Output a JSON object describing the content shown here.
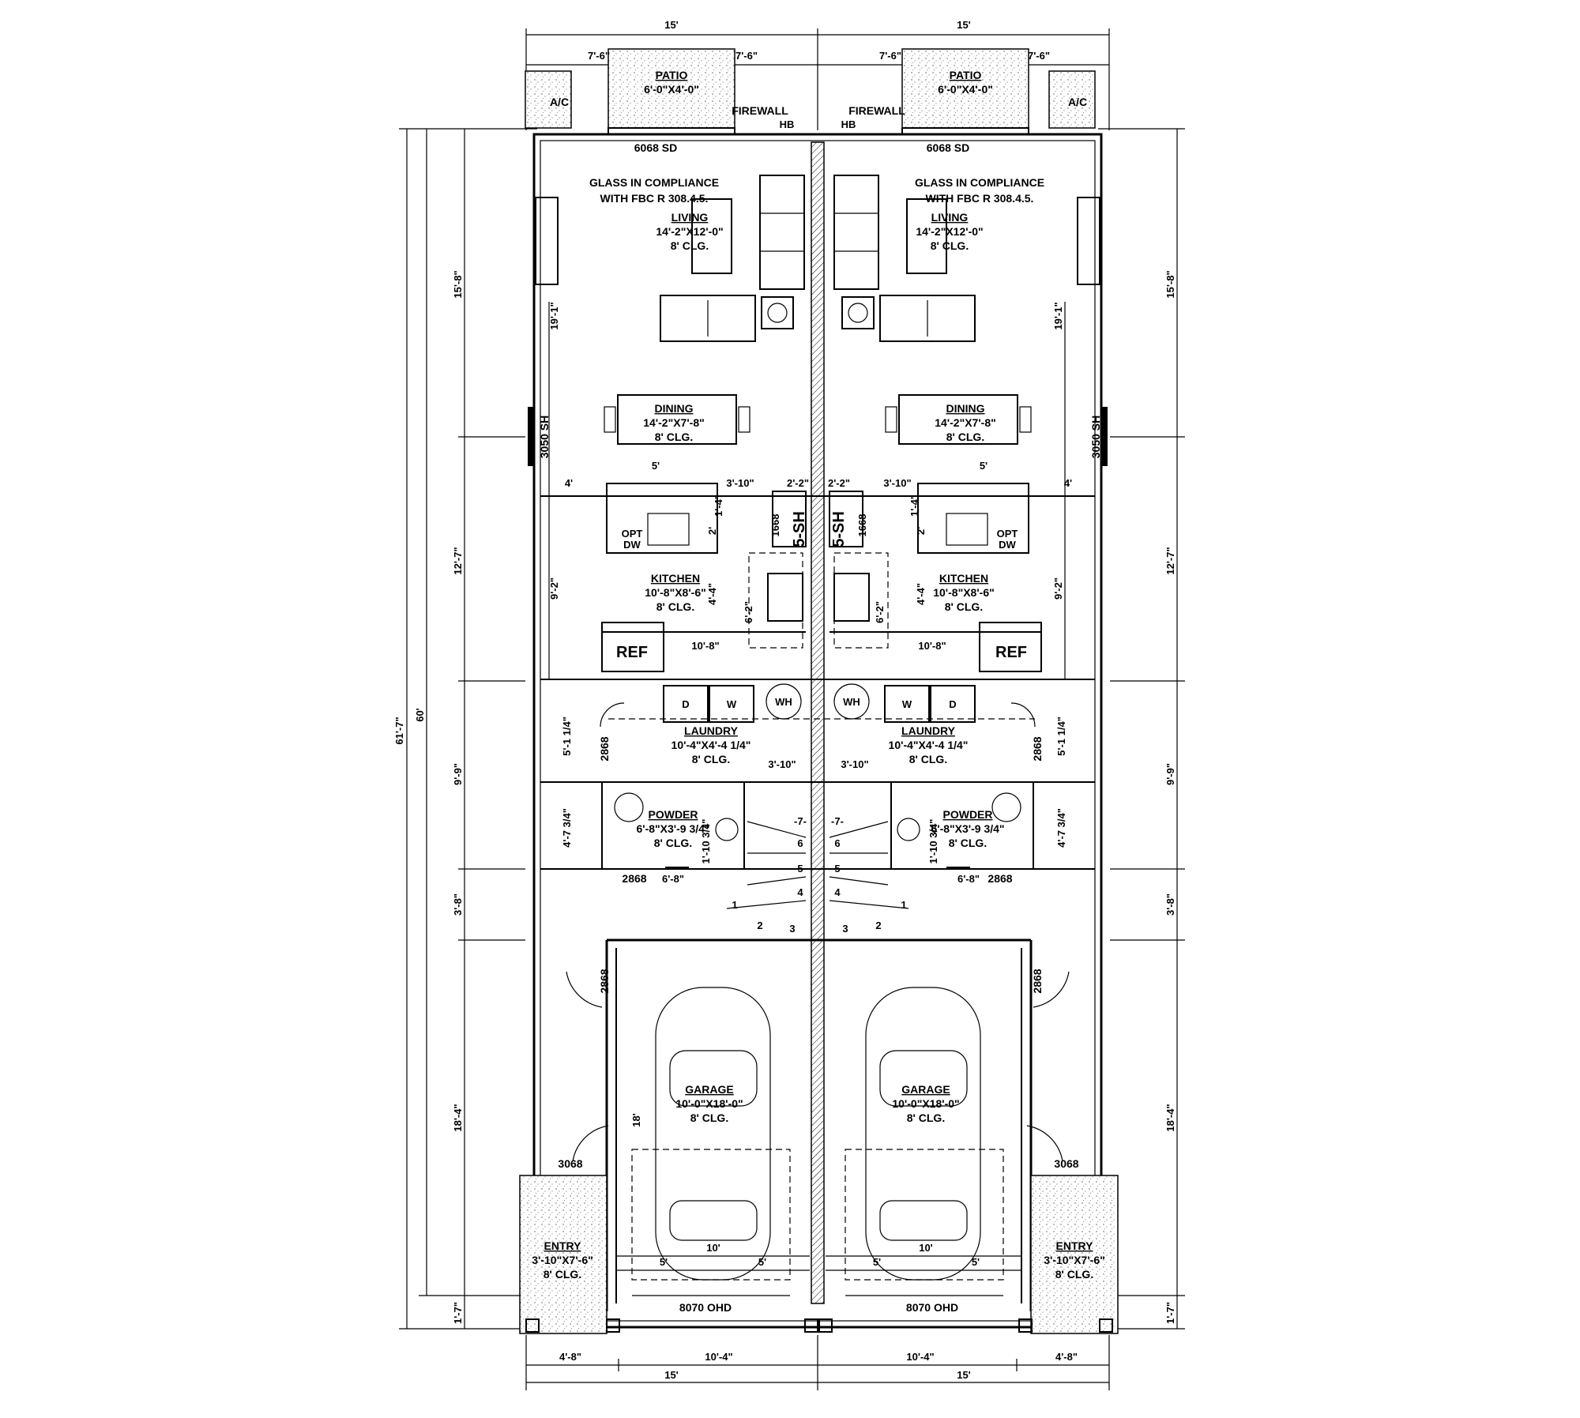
{
  "dimensions": {
    "top_width": "15'",
    "top_half": "7'-6\"",
    "bottom_width": "15'",
    "front_entry": "4'-8\"",
    "front_garage": "10'-4\"",
    "overall_depth": "61'-7\"",
    "inner_depth": "60'",
    "back_depth": "19'-1\"",
    "seg_living": "15'-8\"",
    "seg_kitchen": "12'-7\"",
    "seg_laundry": "9'-9\"",
    "seg_stair": "3'-8\"",
    "seg_garage": "18'-4\"",
    "seg_porch": "1'-7\"",
    "kitchen_side": "9'-2\"",
    "side_4": "4'",
    "counter_5": "5'",
    "kitchen_3_10": "3'-10\"",
    "stair_2_2": "2'-2\"",
    "counter_1_4": "1'-4\"",
    "counter_2": "2'",
    "counter_2b": "2'",
    "kitchen_4_4": "4'-4\"",
    "kitchen_6_2": "6'-2\"",
    "kitchen_10_8": "10'-8\"",
    "laundry_5_1": "5'-1 1/4\"",
    "laundry_3_10": "3'-10\"",
    "powder_4_7": "4'-7 3/4\"",
    "powder_1_10": "1'-10 3/4\"",
    "powder_6_8": "6'-8\"",
    "garage_18": "18'",
    "garage_10": "10'",
    "garage_5": "5'"
  },
  "labels": {
    "patio": "PATIO",
    "patio_size": "6'-0\"X4'-0\"",
    "ac": "A/C",
    "firewall": "FIREWALL",
    "hb": "HB",
    "sliding_door": "6068 SD",
    "glass_note_1": "GLASS IN COMPLIANCE",
    "glass_note_2": "WITH FBC R 308.4.5.",
    "window_side": "3050 SH",
    "window_kitchen": "1668",
    "window_stair": "5-SH",
    "door_2868": "2868",
    "door_3068": "3068",
    "ohd": "8070 OHD",
    "ref": "REF",
    "opt_dw_1": "OPT",
    "opt_dw_2": "DW",
    "washer": "W",
    "dryer": "D",
    "water_heater": "WH",
    "step_1": "1",
    "step_2": "2",
    "step_3": "3",
    "step_4": "4",
    "step_5": "5",
    "step_6": "6",
    "step_7": "-7-"
  },
  "rooms": {
    "living": {
      "name": "LIVING",
      "size": "14'-2\"X12'-0\"",
      "clg": "8' CLG."
    },
    "dining": {
      "name": "DINING",
      "size": "14'-2\"X7'-8\"",
      "clg": "8' CLG."
    },
    "kitchen": {
      "name": "KITCHEN",
      "size": "10'-8\"X8'-6\"",
      "clg": "8' CLG."
    },
    "laundry": {
      "name": "LAUNDRY",
      "size": "10'-4\"X4'-4 1/4\"",
      "clg": "8' CLG."
    },
    "powder": {
      "name": "POWDER",
      "size": "6'-8\"X3'-9 3/4\"",
      "clg": "8' CLG."
    },
    "garage": {
      "name": "GARAGE",
      "size": "10'-0\"X18'-0\"",
      "clg": "8' CLG."
    },
    "entry": {
      "name": "ENTRY",
      "size": "3'-10\"X7'-6\"",
      "clg": "8' CLG."
    }
  }
}
